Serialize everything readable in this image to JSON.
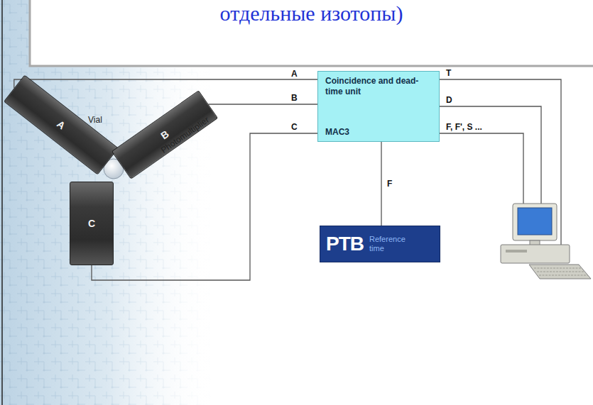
{
  "diagram": {
    "title": "отдельные изотопы)",
    "nodes": [
      {
        "text": [
          "A"
        ]
      },
      {
        "text": [
          "B"
        ]
      },
      {
        "text": [
          "C"
        ]
      },
      {
        "text": [
          "Coincidence and dead-time unit",
          "MAC3"
        ]
      },
      {
        "text": [
          "PTB",
          "Reference time"
        ]
      }
    ],
    "edges": [
      {
        "from": 0,
        "to": 3,
        "label": "A",
        "arrow": "none"
      },
      {
        "from": 1,
        "to": 3,
        "label": "B",
        "arrow": "none"
      },
      {
        "from": 2,
        "to": 3,
        "label": "C",
        "arrow": "none"
      },
      {
        "from": 3,
        "to": 4,
        "label": "F",
        "arrow": "none"
      }
    ],
    "labels": [
      "Vial",
      "Photomultiplier",
      "T",
      "D",
      "F, F', S ..."
    ]
  }
}
